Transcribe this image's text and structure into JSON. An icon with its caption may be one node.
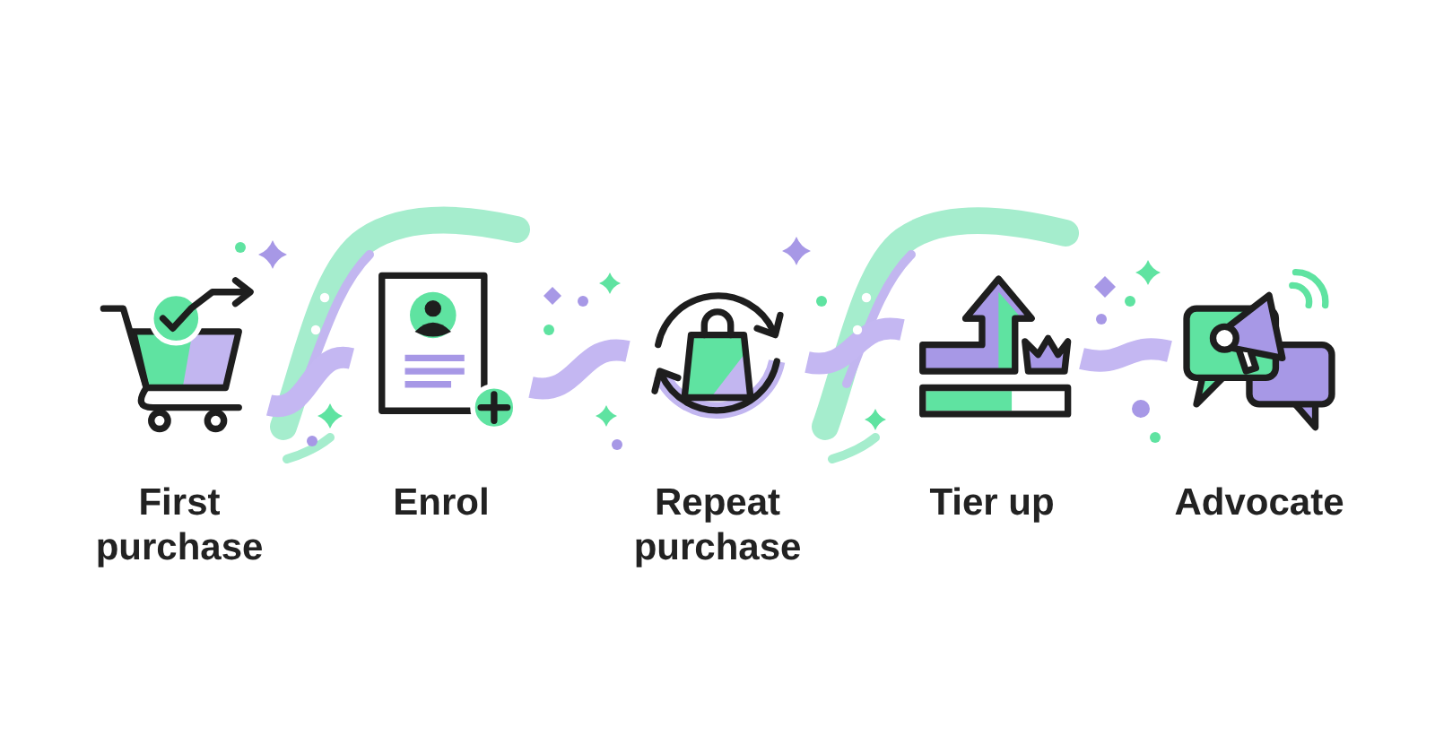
{
  "diagram": {
    "nodes": [
      {
        "text": [
          "First purchase"
        ]
      },
      {
        "text": [
          "Enrol"
        ]
      },
      {
        "text": [
          "Repeat purchase"
        ]
      },
      {
        "text": [
          "Tier up"
        ]
      },
      {
        "text": [
          "Advocate"
        ]
      }
    ],
    "edges": [
      {
        "from": 0,
        "to": 1,
        "arrow": "none"
      },
      {
        "from": 1,
        "to": 2,
        "arrow": "none"
      },
      {
        "from": 2,
        "to": 3,
        "arrow": "none"
      },
      {
        "from": 3,
        "to": 4,
        "arrow": "none"
      }
    ]
  }
}
